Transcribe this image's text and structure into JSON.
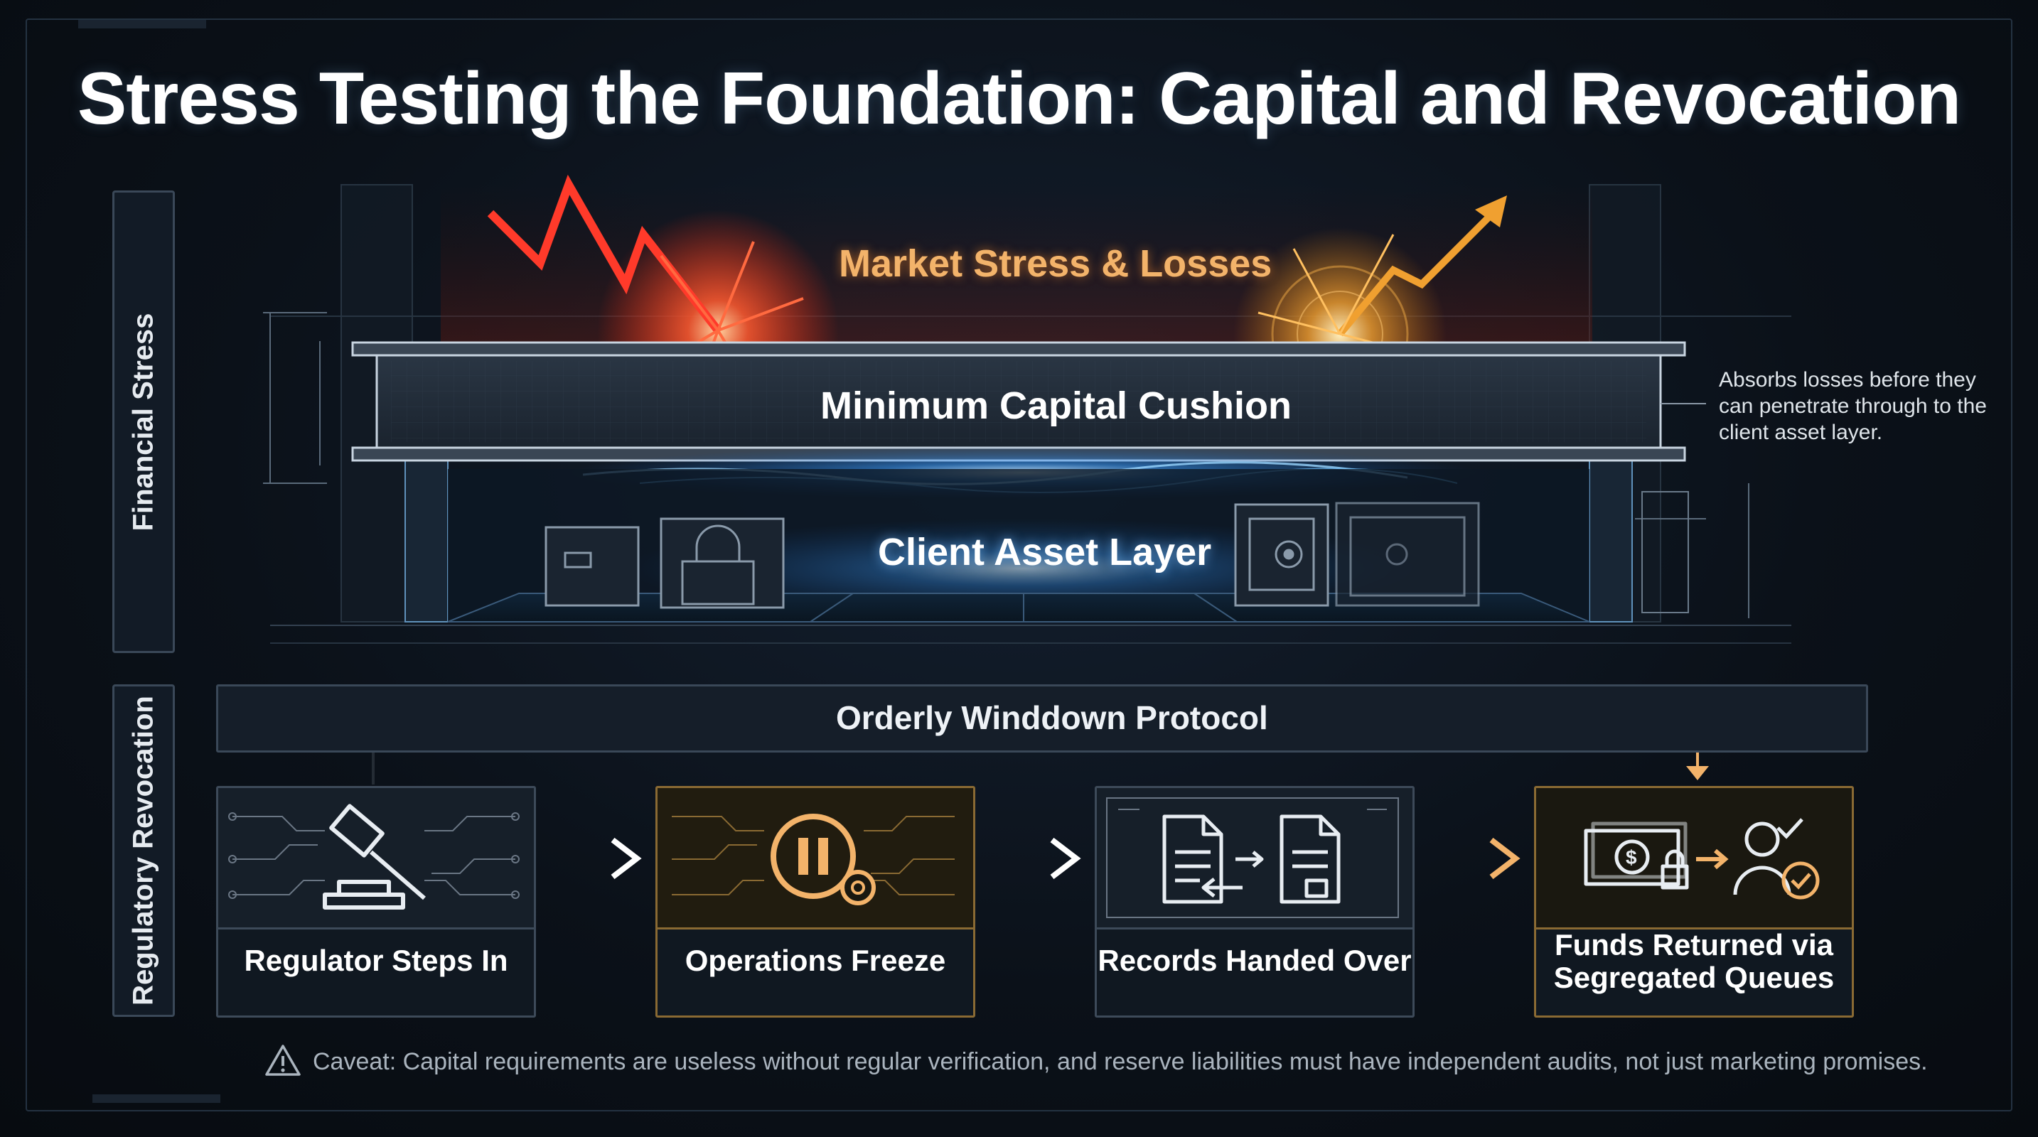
{
  "title": "Stress Testing the Foundation: Capital and Revocation",
  "side_panels": {
    "top": "Financial Stress",
    "bottom": "Regulatory Revocation"
  },
  "stress_section": {
    "market_label": "Market Stress & Losses",
    "cushion_label": "Minimum Capital Cushion",
    "client_label": "Client Asset Layer",
    "annotation": "Absorbs losses before they can penetrate through to the client asset layer."
  },
  "protocol": {
    "label": "Orderly Winddown Protocol",
    "steps": [
      {
        "label": "Regulator Steps In",
        "icon": "gavel-icon"
      },
      {
        "label": "Operations Freeze",
        "icon": "pause-gear-icon"
      },
      {
        "label": "Records Handed Over",
        "icon": "document-transfer-icon"
      },
      {
        "label_line1": "Funds Returned via",
        "label_line2": "Segregated Queues",
        "icon": "funds-return-icon"
      }
    ]
  },
  "caveat": "Caveat: Capital requirements are useless without regular verification, and reserve liabilities must have independent audits, not just marketing promises.",
  "colors": {
    "accent_gold": "#f3b36a",
    "stress_red": "#ff4a36",
    "client_blue": "#6fc2ff",
    "frame": "#3a4858"
  }
}
